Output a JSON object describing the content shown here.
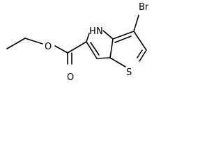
{
  "atoms": {
    "bromine": "Br",
    "nh": "H",
    "nitrogen": "N",
    "ester_oxygen": "O",
    "carbonyl_oxygen": "O",
    "sulfur": "S"
  },
  "colors": {
    "bond": "#000000",
    "background": "#ffffff"
  }
}
